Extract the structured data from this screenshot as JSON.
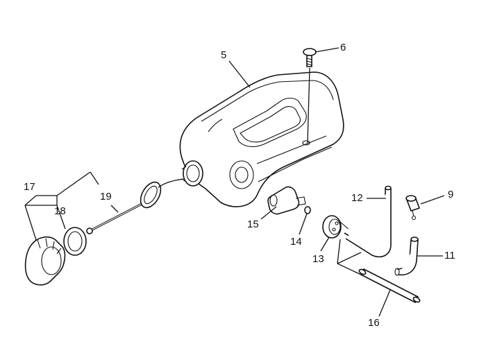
{
  "callouts": [
    {
      "id": "5",
      "label": "5"
    },
    {
      "id": "6",
      "label": "6"
    },
    {
      "id": "9",
      "label": "9"
    },
    {
      "id": "11",
      "label": "11"
    },
    {
      "id": "12",
      "label": "12"
    },
    {
      "id": "13",
      "label": "13"
    },
    {
      "id": "14",
      "label": "14"
    },
    {
      "id": "15",
      "label": "15"
    },
    {
      "id": "16",
      "label": "16"
    },
    {
      "id": "17",
      "label": "17"
    },
    {
      "id": "18",
      "label": "18"
    },
    {
      "id": "19",
      "label": "19"
    }
  ],
  "colors": {
    "line": "#111111",
    "background": "#ffffff"
  }
}
